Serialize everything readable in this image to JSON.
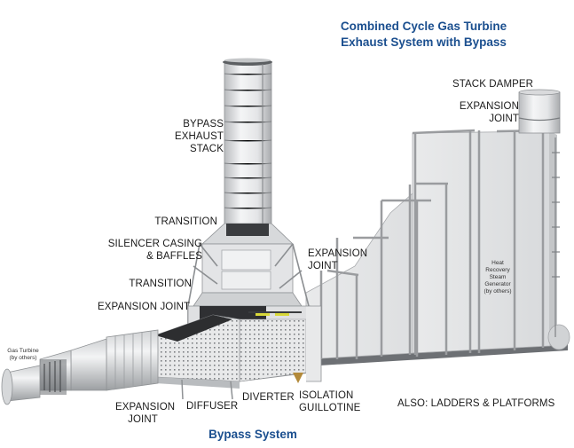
{
  "title": {
    "line1": "Combined Cycle Gas Turbine",
    "line2": "Exhaust System with Bypass"
  },
  "subtitle": "Bypass System",
  "labels": {
    "bypass_exhaust_stack": [
      "BYPASS",
      "EXHAUST",
      "STACK"
    ],
    "transition_upper": "TRANSITION",
    "silencer": [
      "SILENCER CASING",
      "& BAFFLES"
    ],
    "transition_lower": "TRANSITION",
    "expansion_joint_left": "EXPANSION JOINT",
    "expansion_joint_middle": [
      "EXPANSION",
      "JOINT"
    ],
    "stack_damper": "STACK DAMPER",
    "expansion_joint_top_right": [
      "EXPANSION",
      "JOINT"
    ],
    "expansion_joint_bottom": [
      "EXPANSION",
      "JOINT"
    ],
    "diffuser": "DIFFUSER",
    "diverter": "DIVERTER",
    "isolation_guillotine": [
      "ISOLATION",
      "GUILLOTINE"
    ],
    "also": "ALSO:  LADDERS & PLATFORMS",
    "hrsg": [
      "Heat",
      "Recovery",
      "Steam",
      "Generator",
      "(by others)"
    ],
    "gas_turbine": [
      "Gas Turbine",
      "(by others)"
    ]
  },
  "colors": {
    "title_blue": "#1b4f8f",
    "steel_light": "#e6e7e8",
    "steel_mid": "#c9cbcd",
    "steel_dark": "#8a8d90",
    "liner_dark": "#2e2f31",
    "damper_yellow": "#d8d83a"
  }
}
